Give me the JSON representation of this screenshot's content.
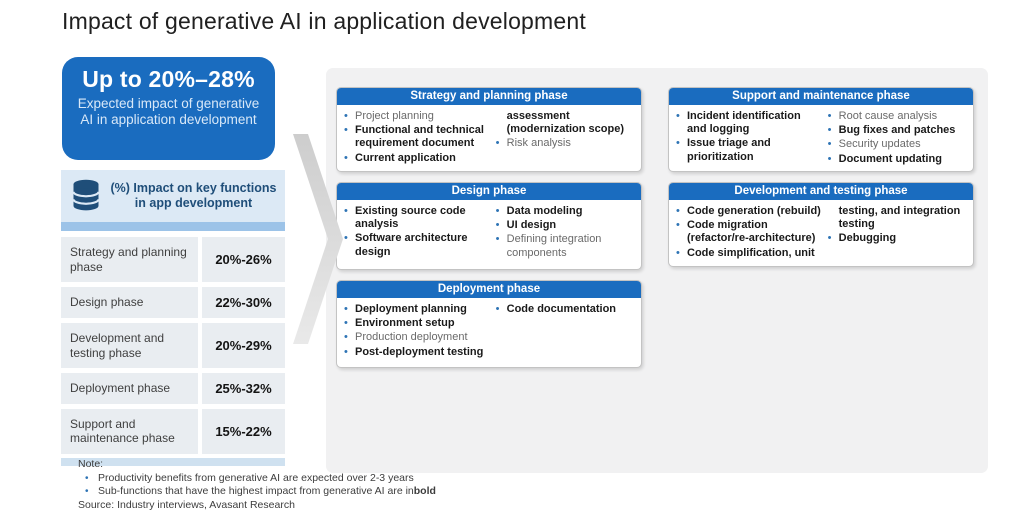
{
  "title": "Impact of generative AI in application development",
  "highlight_card": {
    "headline": "Up to 20%–28%",
    "subtext": "Expected impact of generative AI in application development"
  },
  "impact_table": {
    "icon": "database-icon",
    "header": "(%) Impact on key functions in app development",
    "rows": [
      {
        "label": "Strategy and planning phase",
        "value": "20%-26%"
      },
      {
        "label": "Design phase",
        "value": "22%-30%"
      },
      {
        "label": "Development and testing phase",
        "value": "20%-29%"
      },
      {
        "label": "Deployment phase",
        "value": "25%-32%"
      },
      {
        "label": "Support and maintenance phase",
        "value": "15%-22%"
      }
    ]
  },
  "phase_boxes": [
    {
      "title": "Strategy and planning phase",
      "columns": [
        [
          {
            "text": "Project planning",
            "bold": false,
            "bullet": true
          },
          {
            "text": "Functional and technical requirement document",
            "bold": true,
            "bullet": true
          },
          {
            "text": "Current application",
            "bold": true,
            "bullet": true
          }
        ],
        [
          {
            "text": "assessment (modernization scope)",
            "bold": true,
            "bullet": false
          },
          {
            "text": "Risk analysis",
            "bold": false,
            "bullet": true
          }
        ]
      ]
    },
    {
      "title": "Support and maintenance phase",
      "columns": [
        [
          {
            "text": "Incident identification and logging",
            "bold": true,
            "bullet": true
          },
          {
            "text": "Issue triage and prioritization",
            "bold": true,
            "bullet": true
          }
        ],
        [
          {
            "text": "Root cause analysis",
            "bold": false,
            "bullet": true
          },
          {
            "text": "Bug fixes and patches",
            "bold": true,
            "bullet": true
          },
          {
            "text": "Security updates",
            "bold": false,
            "bullet": true
          },
          {
            "text": "Document updating",
            "bold": true,
            "bullet": true
          }
        ]
      ]
    },
    {
      "title": "Design phase",
      "columns": [
        [
          {
            "text": "Existing source code analysis",
            "bold": true,
            "bullet": true
          },
          {
            "text": "Software architecture design",
            "bold": true,
            "bullet": true
          }
        ],
        [
          {
            "text": "Data modeling",
            "bold": true,
            "bullet": true
          },
          {
            "text": "UI design",
            "bold": true,
            "bullet": true
          },
          {
            "text": "Defining integration components",
            "bold": false,
            "bullet": true
          }
        ]
      ]
    },
    {
      "title": "Development and testing phase",
      "columns": [
        [
          {
            "text": "Code generation (rebuild)",
            "bold": true,
            "bullet": true
          },
          {
            "text": "Code migration (refactor/re-architecture)",
            "bold": true,
            "bullet": true
          },
          {
            "text": "Code simplification, unit",
            "bold": true,
            "bullet": true
          }
        ],
        [
          {
            "text": "testing, and integration testing",
            "bold": true,
            "bullet": false
          },
          {
            "text": "Debugging",
            "bold": true,
            "bullet": true
          }
        ]
      ]
    },
    {
      "title": "Deployment phase",
      "columns": [
        [
          {
            "text": "Deployment planning",
            "bold": true,
            "bullet": true
          },
          {
            "text": "Environment setup",
            "bold": true,
            "bullet": true
          },
          {
            "text": "Production deployment",
            "bold": false,
            "bullet": true
          },
          {
            "text": "Post-deployment testing",
            "bold": true,
            "bullet": true
          }
        ],
        [
          {
            "text": "Code documentation",
            "bold": true,
            "bullet": true
          }
        ]
      ]
    }
  ],
  "notes": {
    "label": "Note:",
    "items": [
      {
        "text": "Productivity benefits from generative AI are expected over 2-3 years"
      },
      {
        "text": "Sub-functions that have the highest impact from generative AI are in ",
        "bold_suffix": "bold"
      }
    ],
    "source": "Source: Industry interviews, Avasant Research"
  },
  "colors": {
    "accent_blue": "#1a6cbf",
    "navy_text": "#1f4e79",
    "header_bg": "#dce9f5",
    "accent_band": "#9cc3e8",
    "row_bg": "#e9edf1",
    "panel_bg": "#f1f1f2",
    "bullet_blue": "#2e74b5"
  }
}
